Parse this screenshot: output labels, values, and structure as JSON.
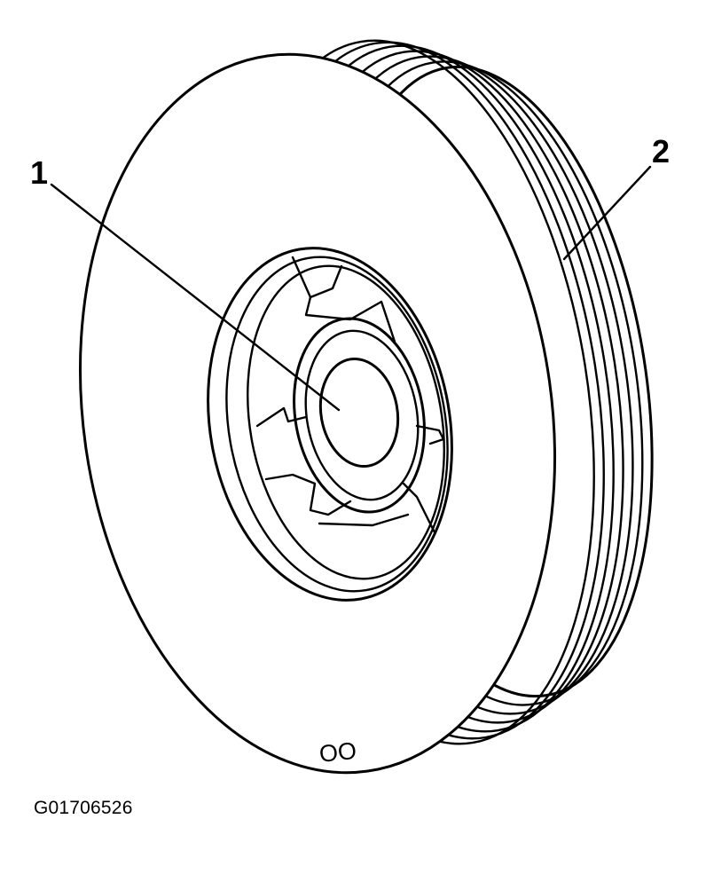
{
  "diagram": {
    "callouts": [
      {
        "number": "1",
        "part": "hub-bore"
      },
      {
        "number": "2",
        "part": "belt-grooves"
      }
    ],
    "face_marking": "OO",
    "figure_id": "G01706526",
    "ink_color": "#000000",
    "background_color": "#ffffff"
  }
}
